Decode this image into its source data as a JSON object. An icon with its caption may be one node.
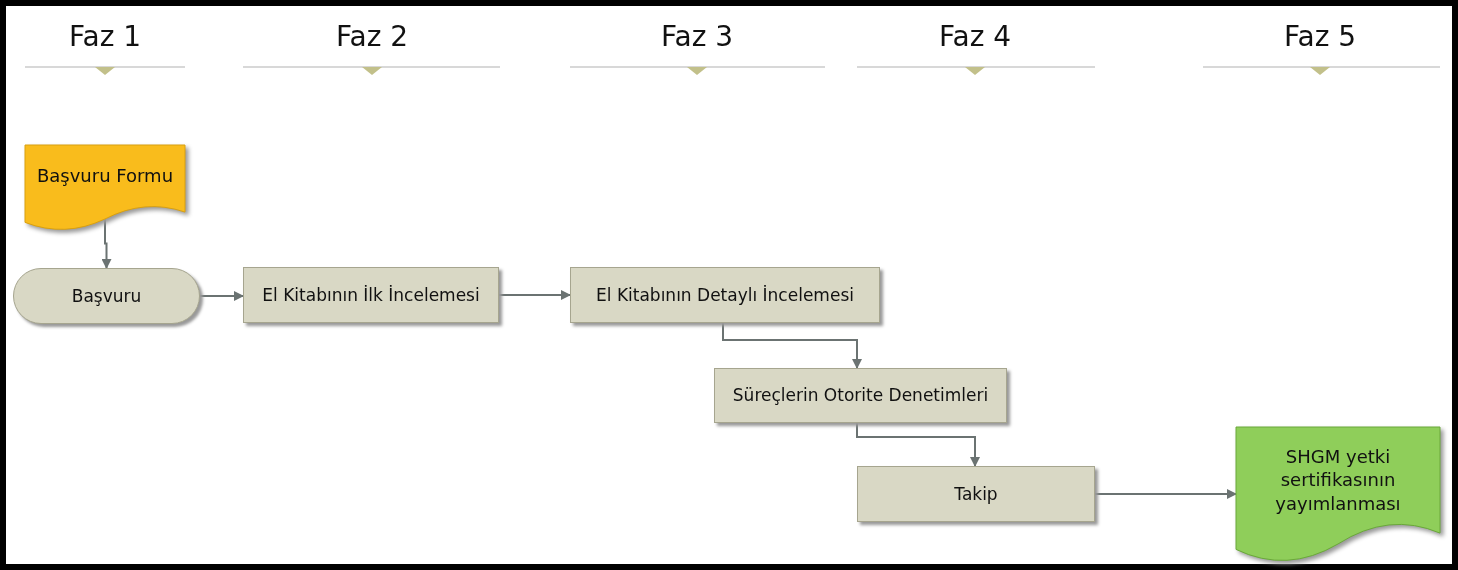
{
  "diagram": {
    "nodes": [
      {
        "text": [
          "Başvuru Formu"
        ]
      },
      {
        "text": [
          "Başvuru"
        ]
      },
      {
        "text": [
          "El Kitabının İlk İncelemesi"
        ]
      },
      {
        "text": [
          "El Kitabının Detaylı İncelemesi"
        ]
      },
      {
        "text": [
          "Süreçlerin Otorite Denetimleri"
        ]
      },
      {
        "text": [
          "Takip"
        ]
      },
      {
        "text": [
          "SHGM yetki sertifikasının yayımlanması"
        ]
      }
    ],
    "edges": [
      {
        "from": 0,
        "to": 1,
        "arrow": "to"
      },
      {
        "from": 1,
        "to": 2,
        "arrow": "to"
      },
      {
        "from": 2,
        "to": 3,
        "arrow": "to"
      },
      {
        "from": 3,
        "to": 4,
        "arrow": "to"
      },
      {
        "from": 4,
        "to": 5,
        "arrow": "to"
      },
      {
        "from": 5,
        "to": 6,
        "arrow": "to"
      }
    ],
    "labels": [
      "Faz 1",
      "Faz 2",
      "Faz 3",
      "Faz 4",
      "Faz 5"
    ]
  }
}
